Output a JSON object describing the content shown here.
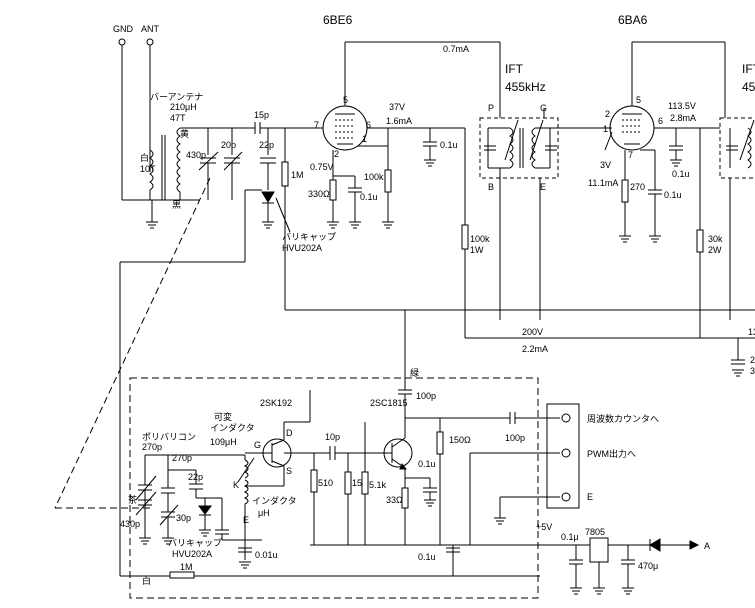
{
  "tubes": {
    "converter": "6BE6",
    "if_amp": "6BA6"
  },
  "antenna": {
    "gnd": "GND",
    "ant": "ANT",
    "bar_antenna": "バーアンテナ",
    "inductance": "210μH",
    "turns_primary": "47T",
    "turns_secondary": "10T",
    "wire_yellow": "黄",
    "wire_white": "白",
    "wire_black": "黒",
    "vc_cap": "430p",
    "trim1": "20p",
    "trim2": "22p"
  },
  "mixer": {
    "c_couple": "15p",
    "r_grid": "1M",
    "varicap_label": "バリキャップ",
    "varicap_part": "HVU202A",
    "cathode_v": "0.75V",
    "r_cathode": "330Ω",
    "c_cathode": "0.1u",
    "r_screen": "100k",
    "plate_current": "0.7mA",
    "screen_v": "37V",
    "screen_current": "1.6mA",
    "c_screen": "0.1u",
    "r_b": "100k",
    "r_b_w": "1W",
    "pins": {
      "p1": "1",
      "p2": "2",
      "p5": "5",
      "p6": "6",
      "p7": "7"
    }
  },
  "ift": {
    "label": "IFT",
    "freq": "455kHz",
    "p": "P",
    "g": "G",
    "b": "B",
    "e": "E"
  },
  "ifamp": {
    "plate_v": "113.5V",
    "plate_current": "2.8mA",
    "c_plate": "0.1u",
    "grid_v": "3V",
    "cathode_current": "11.1mA",
    "r_cathode": "270",
    "c_cathode": "0.1u",
    "r_screen": "30k",
    "r_screen_w": "2W",
    "pins": {
      "p1": "1",
      "p2": "2",
      "p5": "5",
      "p6": "6",
      "p7": "7"
    },
    "edge_label1": "IFT",
    "edge_label2": "45",
    "edge_num": "13",
    "edge_v": "2",
    "edge_v2": "3"
  },
  "power": {
    "b_voltage": "200V",
    "b_current": "2.2mA"
  },
  "osc": {
    "wire_green": "緑",
    "c_out": "100p",
    "fet": "2SK192",
    "bjt": "2SC1815",
    "vari_ind_label1": "可変",
    "vari_ind_label2": "インダクタ",
    "vari_ind_value": "109μH",
    "poly_label": "ポリバリコン",
    "poly_cap": "270p",
    "cap_270": "270p",
    "cap_22": "22p",
    "cap_30": "30p",
    "vc_cap": "430p",
    "wire_brown": "茶",
    "wire_white": "白",
    "ind_label": "インダクタ",
    "ind_unit": "μH",
    "varicap_label": "バリキャップ",
    "varicap_part": "HVU202A",
    "c_001": "0.01u",
    "r_1m": "1M",
    "g": "G",
    "d": "D",
    "s": "S",
    "k": "K",
    "e": "E",
    "c_10p": "10p",
    "r_510": "510",
    "r_15k": "15k",
    "r_51k": "5.1k",
    "r_33": "33Ω",
    "c_01u": "0.1u",
    "r_150": "150Ω",
    "c_100p": "100p",
    "c_01u_b": "0.1u"
  },
  "output": {
    "freq_counter": "周波数カウンタへ",
    "pwm_out": "PWM出力へ",
    "e": "E"
  },
  "regulator": {
    "plus5v": "+5V",
    "c_in": "0.1μ",
    "ic": "7805",
    "c_big": "470μ",
    "a": "A"
  }
}
